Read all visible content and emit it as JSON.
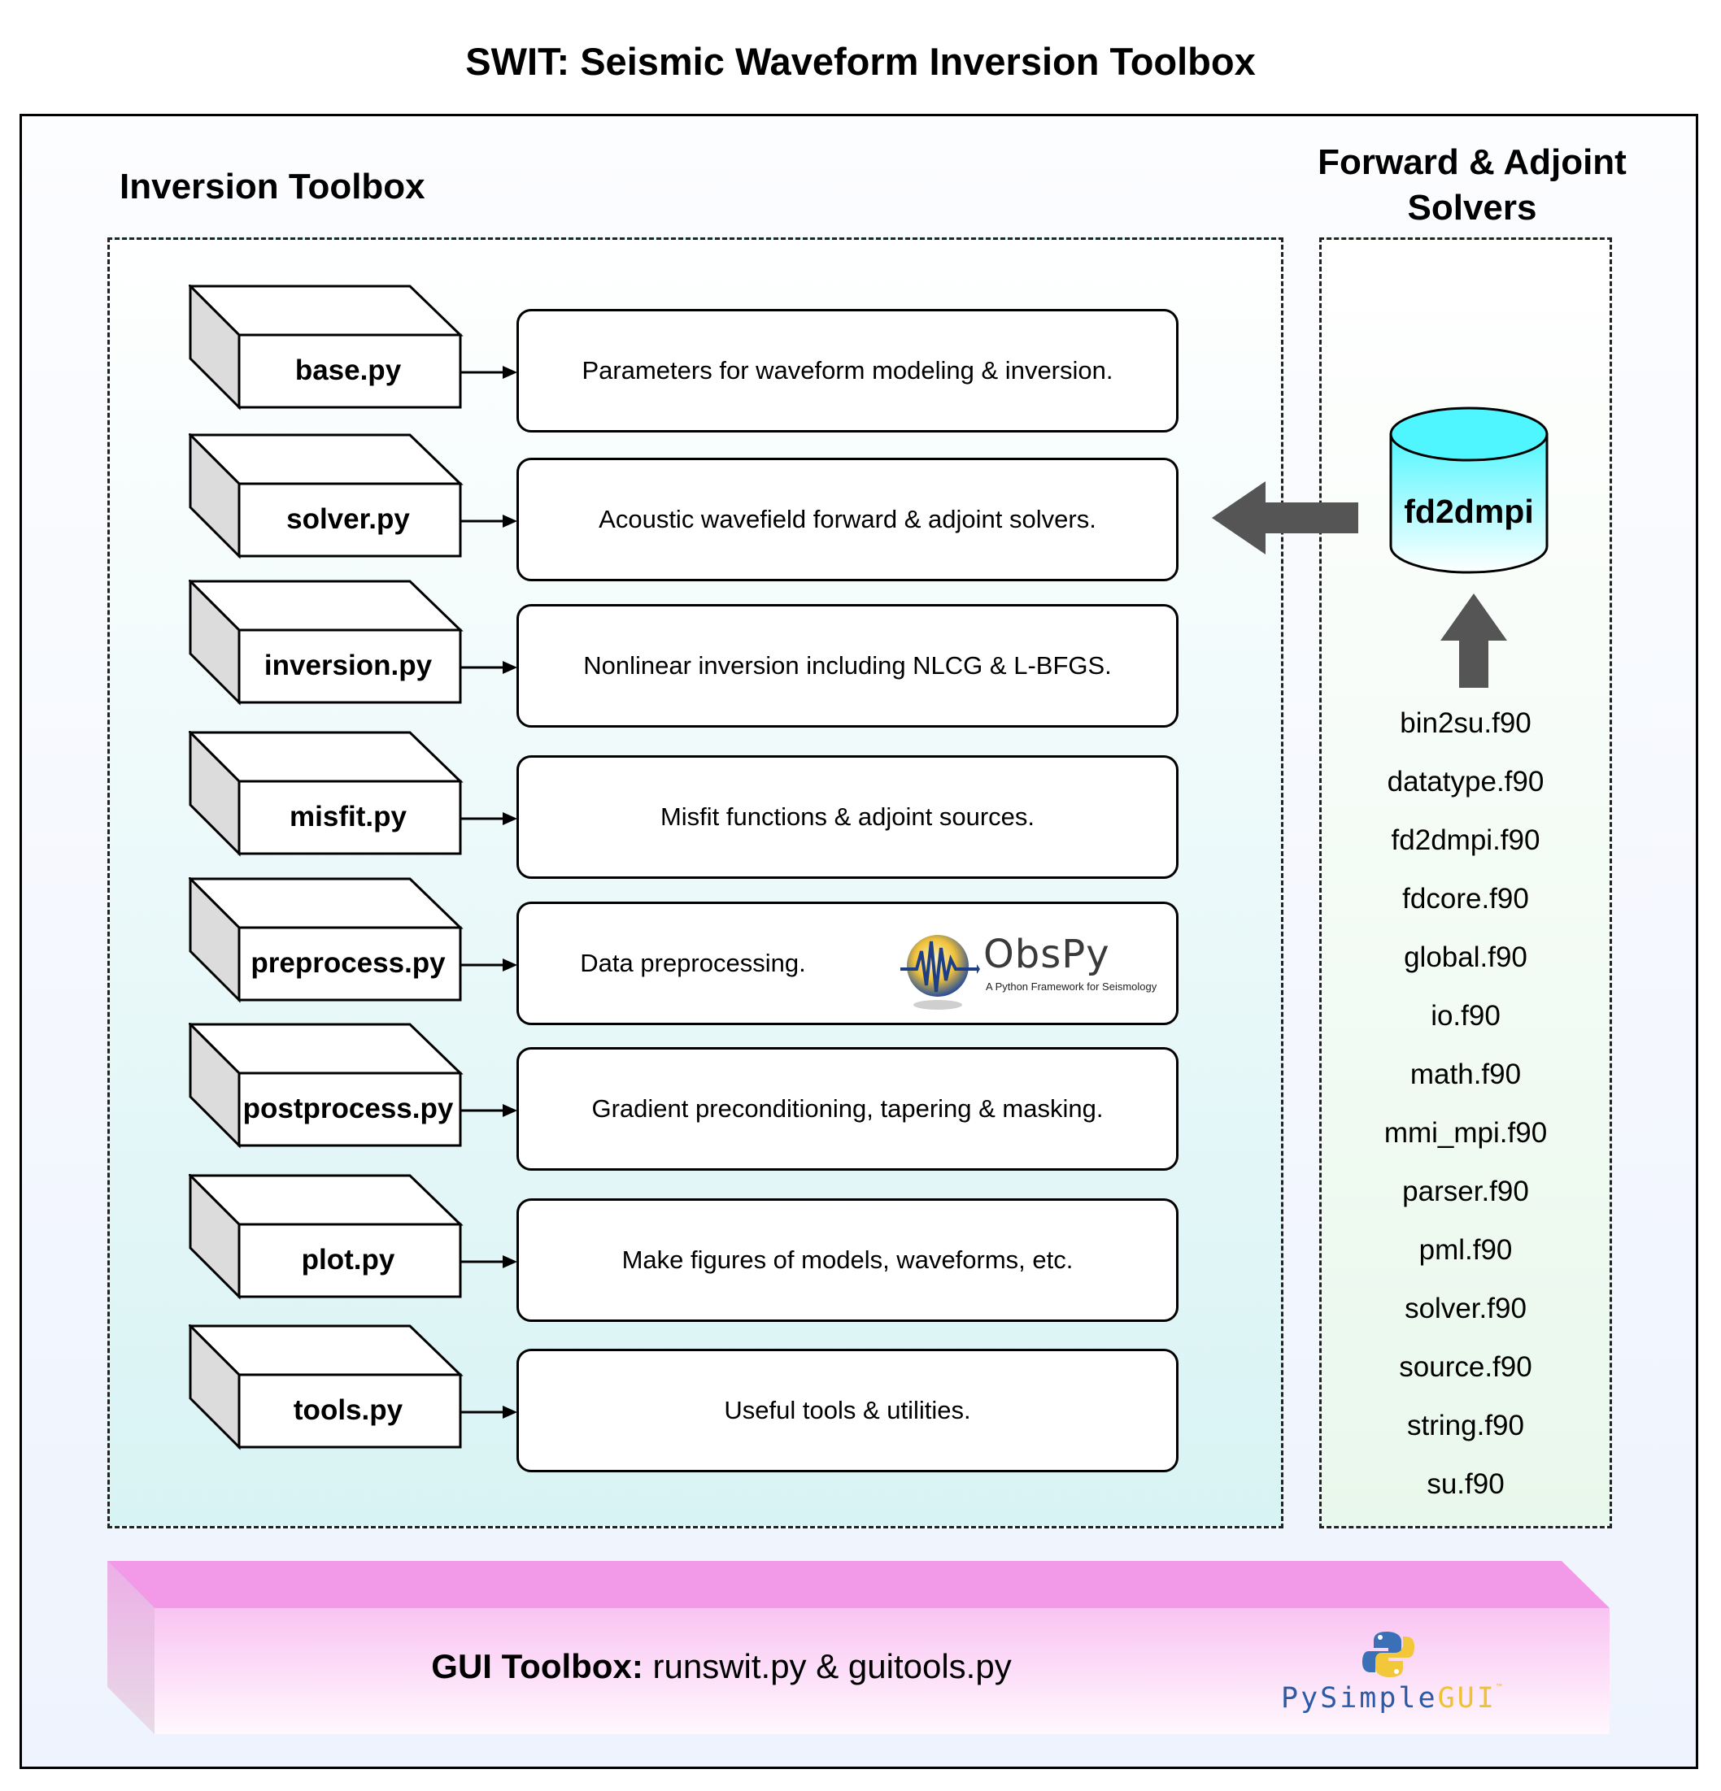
{
  "title": "SWIT: Seismic Waveform Inversion Toolbox",
  "inversion_toolbox": {
    "heading": "Inversion Toolbox",
    "modules": [
      {
        "file": "base.py",
        "description": "Parameters for waveform modeling & inversion."
      },
      {
        "file": "solver.py",
        "description": "Acoustic wavefield forward & adjoint solvers."
      },
      {
        "file": "inversion.py",
        "description": "Nonlinear inversion including NLCG & L-BFGS."
      },
      {
        "file": "misfit.py",
        "description": "Misfit functions & adjoint sources."
      },
      {
        "file": "preprocess.py",
        "description": "Data preprocessing."
      },
      {
        "file": "postprocess.py",
        "description": "Gradient preconditioning, tapering & masking."
      },
      {
        "file": "plot.py",
        "description": "Make figures of models, waveforms, etc."
      },
      {
        "file": "tools.py",
        "description": "Useful tools & utilities."
      }
    ],
    "obspy_logo": {
      "name": "ObsPy",
      "tagline": "A Python Framework for Seismology"
    }
  },
  "solvers": {
    "heading_line1": "Forward & Adjoint",
    "heading_line2": "Solvers",
    "program": "fd2dmpi",
    "files": [
      "bin2su.f90",
      "datatype.f90",
      "fd2dmpi.f90",
      "fdcore.f90",
      "global.f90",
      "io.f90",
      "math.f90",
      "mmi_mpi.f90",
      "parser.f90",
      "pml.f90",
      "solver.f90",
      "source.f90",
      "string.f90",
      "su.f90"
    ]
  },
  "gui_toolbox": {
    "label": "GUI Toolbox:",
    "files": "runswit.py & guitools.py",
    "logo_part1": "PySimple",
    "logo_part2": "GUI",
    "logo_tm": "™"
  },
  "colors": {
    "cube_side": "#dcdcdc",
    "cylinder_top": "#4ff6ff",
    "cylinder_bottom": "#ffffff",
    "gui_top": "#f29ae8",
    "gui_front": "#fcdcf7",
    "big_arrow": "#555555"
  }
}
